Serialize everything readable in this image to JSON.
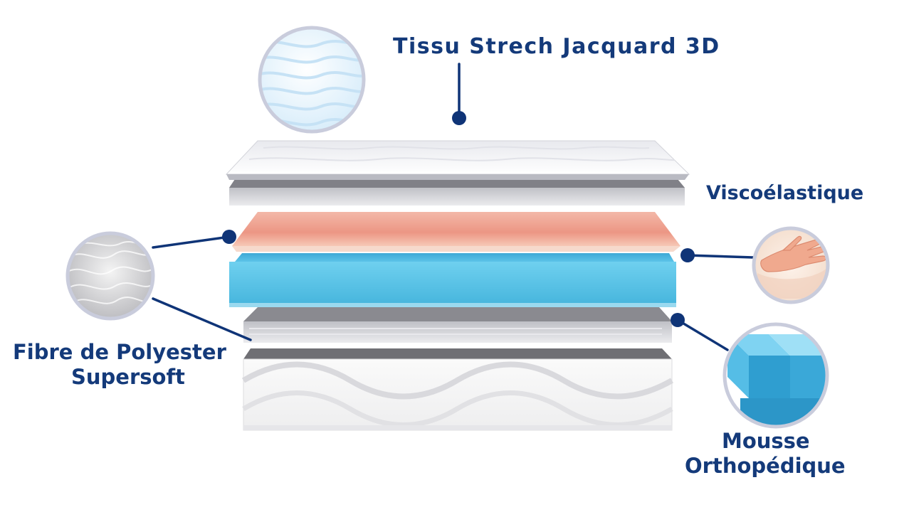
{
  "labels": {
    "tissu": "Tissu Strech Jacquard 3D",
    "visco": "Viscoélastique",
    "fibre_line1": "Fibre de Polyester",
    "fibre_line2": "Supersoft",
    "mousse_line1": "Mousse",
    "mousse_line2": "Orthopédique"
  },
  "layers": [
    "fabric-top-cover",
    "viscoelastic-padding",
    "memory-foam-pink",
    "orthopedic-foam-blue",
    "polyester-fibre-layer",
    "quilted-base"
  ],
  "colors": {
    "label_text": "#143a7a",
    "connector": "#0f3477",
    "foam_blue": "#52c2e6",
    "foam_pink": "#ef9f8e",
    "circle_border": "#c9ccdc"
  }
}
